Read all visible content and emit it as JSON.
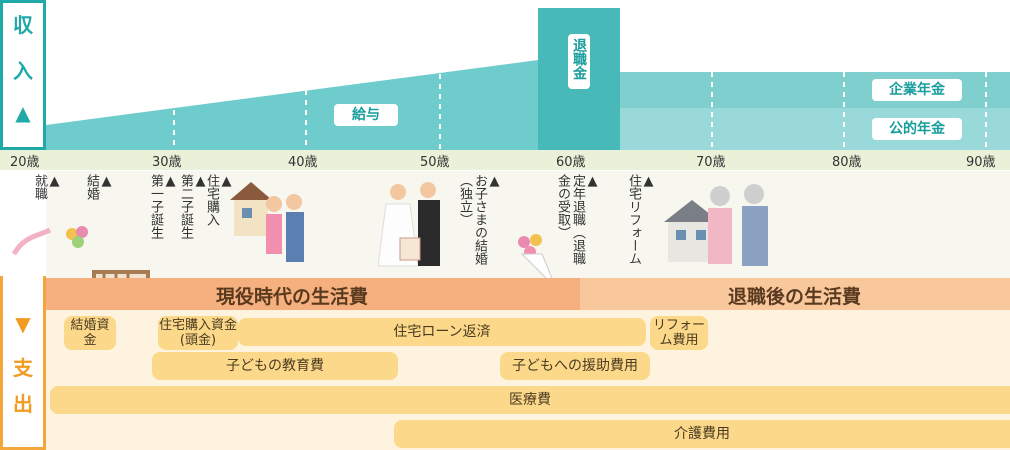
{
  "sidebar": {
    "income_label": [
      "収",
      "入",
      "▲"
    ],
    "expense_label": [
      "▼",
      "支",
      "出"
    ]
  },
  "income": {
    "salary": "給与",
    "retirement_allowance": "退職金",
    "corporate_pension": "企業年金",
    "public_pension": "公的年金"
  },
  "ages": [
    "20歳",
    "30歳",
    "40歳",
    "50歳",
    "60歳",
    "70歳",
    "80歳",
    "90歳"
  ],
  "events": {
    "employment": "就職",
    "marriage": "結婚",
    "first_child": "第一子誕生",
    "second_child": "第二子誕生",
    "house_purchase": "住宅購入",
    "child_marriage": "お子さまの結婚（独立）",
    "retirement": "定年退職（退職金の受取）",
    "reform": "住宅リフォーム"
  },
  "expense": {
    "working_living": "現役時代の生活費",
    "retired_living": "退職後の生活費",
    "items": {
      "wedding": "結婚資金",
      "house_down": "住宅購入資金(頭金)",
      "loan": "住宅ローン返済",
      "reform_cost": "リフォーム費用",
      "education": "子どもの教育費",
      "child_support": "子どもへの援助費用",
      "medical": "医療費",
      "nursing": "介護費用"
    }
  },
  "colors": {
    "teal": "#1fa9a9",
    "income_fill": "#6fcccc",
    "pension_fill": "#9ad9d9",
    "orange": "#f3a63a",
    "bar_fill": "#fcd98a"
  }
}
